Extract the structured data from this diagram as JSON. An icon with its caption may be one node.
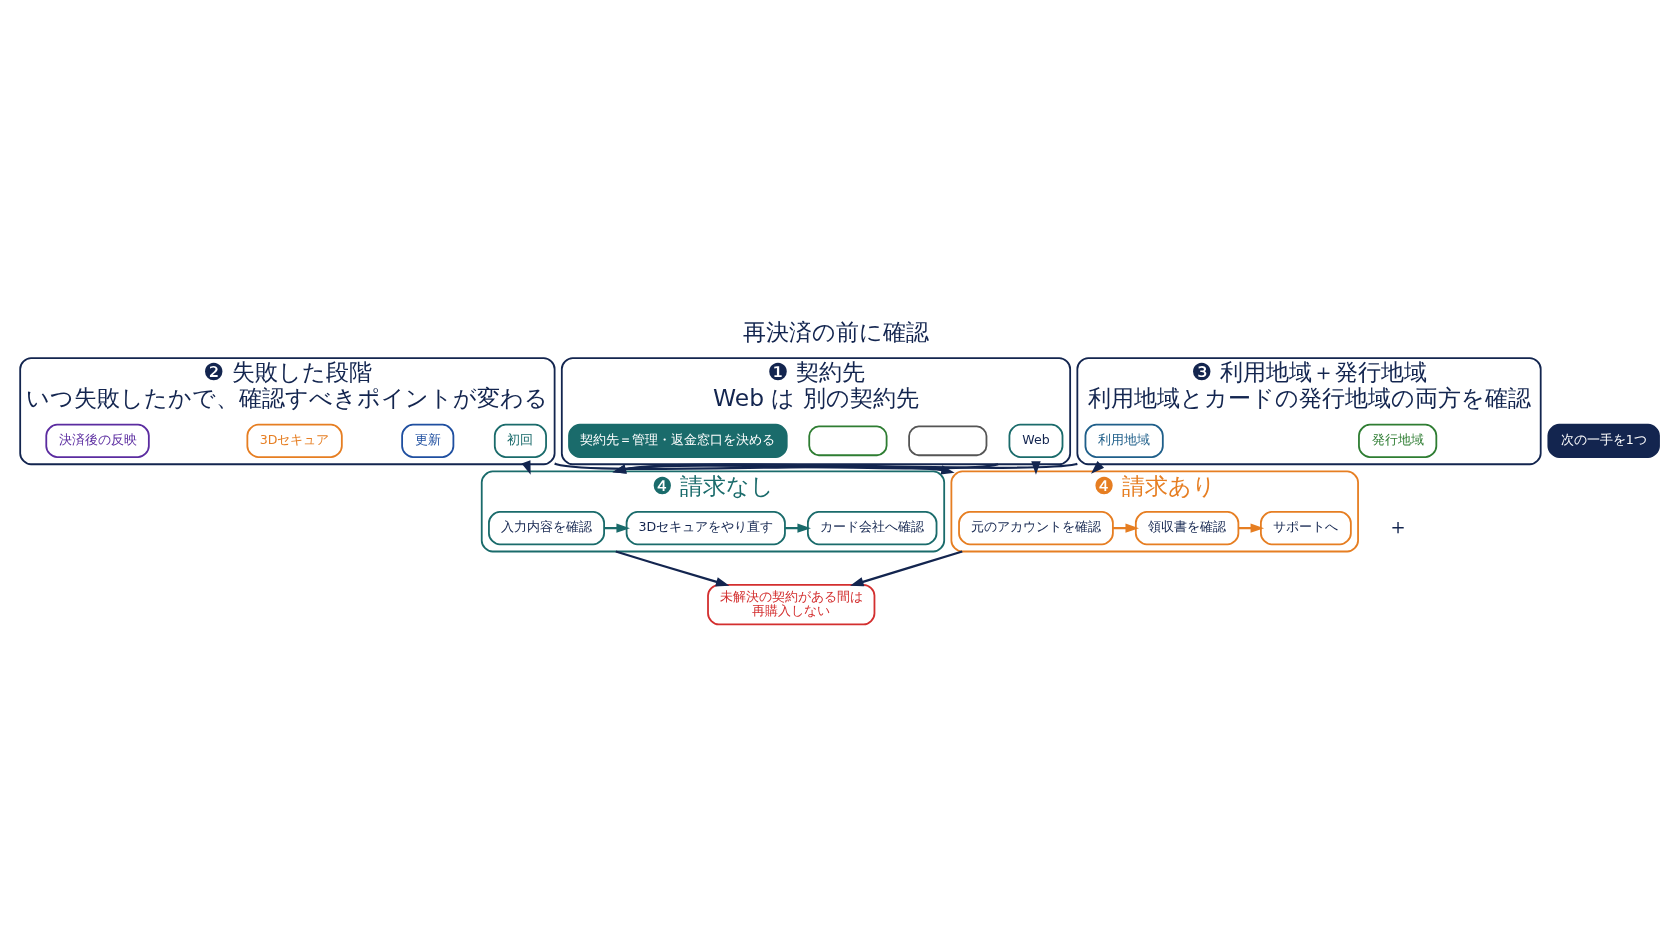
{
  "diagram": {
    "title": "再決済の前に確認",
    "nodes": [
      {
        "text": [
          "❶ 契約先",
          "Web は 別の契約先"
        ]
      },
      {
        "text": [
          "Web"
        ],
        "in": 0
      },
      {
        "text": [],
        "shape": "box",
        "in": 0
      },
      {
        "text": [],
        "shape": "box",
        "in": 0
      },
      {
        "text": [
          "契約先＝管理・返金窓口を決める"
        ],
        "in": 0
      },
      {
        "text": [
          "❷ 失敗した段階",
          "いつ失敗したかで、確認すべきポイントが変わる"
        ]
      },
      {
        "text": [
          "初回"
        ],
        "in": 5
      },
      {
        "text": [
          "更新"
        ],
        "in": 5
      },
      {
        "text": [
          "3Dセキュア"
        ],
        "in": 5
      },
      {
        "text": [
          "決済後の反映"
        ],
        "in": 5
      },
      {
        "text": [
          "❸ 利用地域＋発行地域",
          "利用地域とカードの発行地域の両方を確認"
        ]
      },
      {
        "text": [
          "利用地域"
        ],
        "in": 10
      },
      {
        "text": [
          "発行地域"
        ],
        "in": 10
      },
      {
        "text": [
          "❹ 請求なし"
        ]
      },
      {
        "text": [
          "入力内容を確認"
        ],
        "in": 13
      },
      {
        "text": [
          "3Dセキュアをやり直す"
        ],
        "in": 13
      },
      {
        "text": [
          "カード会社へ確認"
        ],
        "in": 13
      },
      {
        "text": [
          "❹ 請求あり"
        ]
      },
      {
        "text": [
          "元のアカウントを確認"
        ],
        "in": 17
      },
      {
        "text": [
          "領収書を確認"
        ],
        "in": 17
      },
      {
        "text": [
          "サポートへ"
        ],
        "in": 17
      },
      {
        "text": [
          "未解決の契約がある間は",
          "再購入しない"
        ]
      },
      {
        "text": [
          "次の一手を1つ"
        ]
      }
    ],
    "edges": [
      {
        "from": 0,
        "to": 13,
        "arrow": "to"
      },
      {
        "from": 5,
        "to": 13,
        "arrow": "to"
      },
      {
        "from": 10,
        "to": 13,
        "arrow": "to"
      },
      {
        "from": 0,
        "to": 17,
        "arrow": "to"
      },
      {
        "from": 5,
        "to": 17,
        "arrow": "to"
      },
      {
        "from": 10,
        "to": 17,
        "arrow": "to"
      },
      {
        "from": 14,
        "to": 15,
        "arrow": "to",
        "color": "#1a6b6b"
      },
      {
        "from": 15,
        "to": 16,
        "arrow": "to",
        "color": "#1a6b6b"
      },
      {
        "from": 18,
        "to": 19,
        "arrow": "to",
        "color": "#e67e22"
      },
      {
        "from": 19,
        "to": 20,
        "arrow": "to",
        "color": "#e67e22"
      },
      {
        "from": 13,
        "to": 21,
        "arrow": "to"
      },
      {
        "from": 17,
        "to": 21,
        "arrow": "to"
      }
    ],
    "labels": [
      "＋"
    ]
  }
}
